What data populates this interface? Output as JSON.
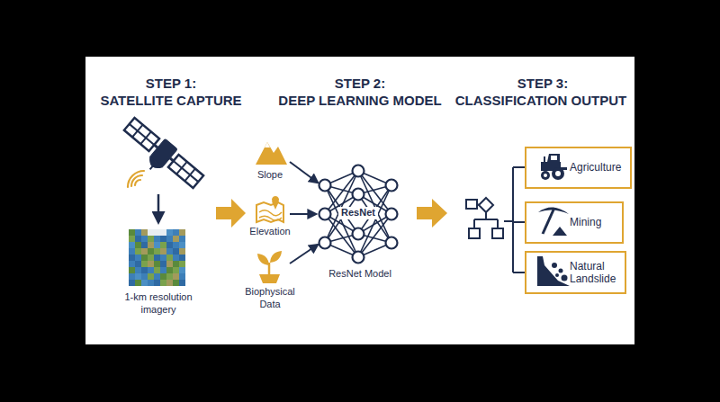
{
  "diagram": {
    "nodes": [
      {
        "text": [
          "Agriculture"
        ]
      },
      {
        "text": [
          "Mining"
        ]
      },
      {
        "text": [
          "Natural Landslide"
        ]
      }
    ],
    "labels": [
      "STEP 1:",
      "SATELLITE CAPTURE",
      "STEP 2:",
      "DEEP LEARNING MODEL",
      "STEP 3:",
      "CLASSIFICATION OUTPUT",
      "1-km resolution imagery",
      "Slope",
      "Elevation",
      "Biophysical Data",
      "ResNet",
      "ResNet Model"
    ]
  }
}
